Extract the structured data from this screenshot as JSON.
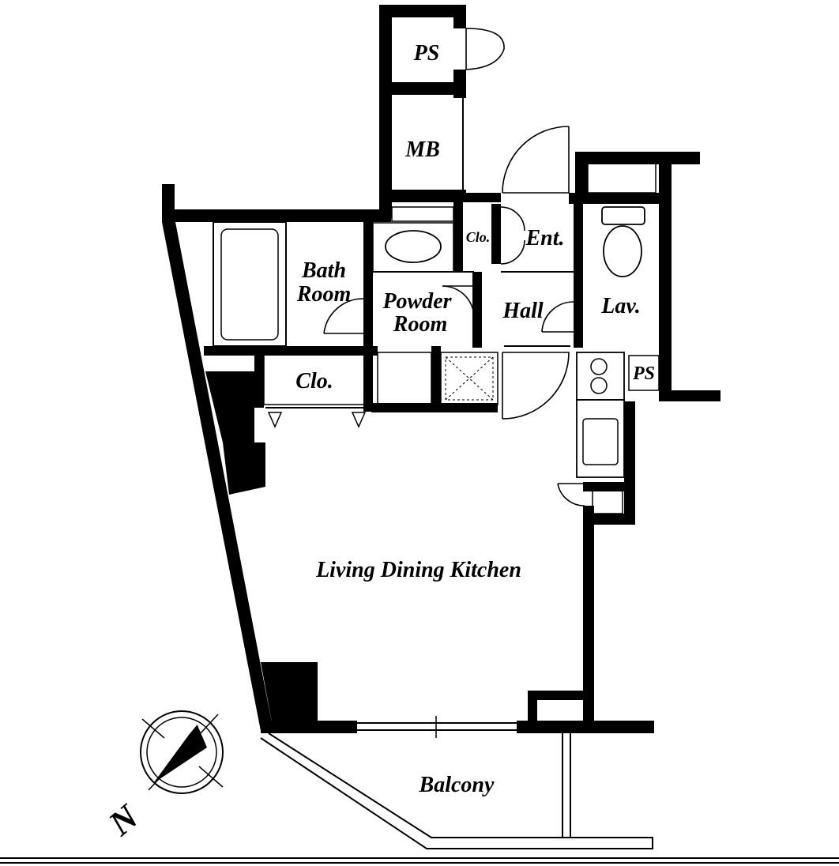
{
  "rooms": {
    "ps_top": "PS",
    "mb": "MB",
    "closet_entry": "Clo.",
    "entrance": "Ent.",
    "bath_line1": "Bath",
    "bath_line2": "Room",
    "powder_line1": "Powder",
    "powder_line2": "Room",
    "hall": "Hall",
    "lavatory": "Lav.",
    "closet": "Clo.",
    "ps_right": "PS",
    "ps_left": "PS",
    "ldk": "Living Dining Kitchen",
    "balcony": "Balcony"
  },
  "compass": {
    "north_label": "N",
    "icon": "compass-icon"
  },
  "colors": {
    "wall": "#000000",
    "background": "#ffffff"
  }
}
